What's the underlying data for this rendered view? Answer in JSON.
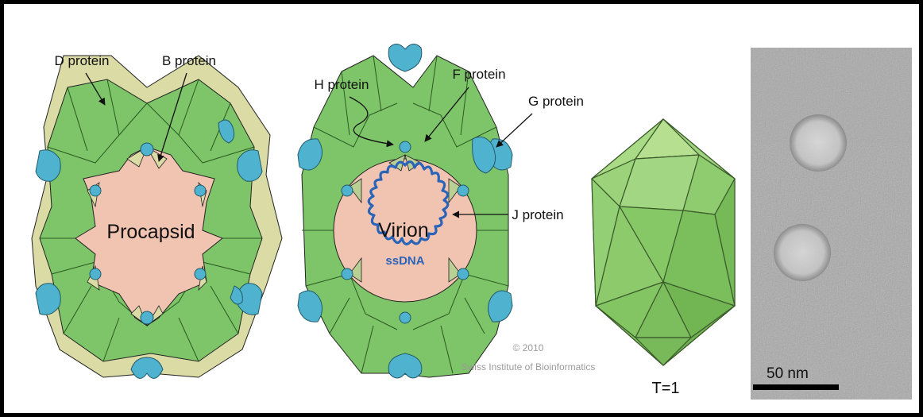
{
  "labels": {
    "d_protein": "D protein",
    "b_protein": "B protein",
    "h_protein": "H protein",
    "f_protein": "F protein",
    "g_protein": "G protein",
    "j_protein": "J protein",
    "procapsid": "Procapsid",
    "virion": "Virion",
    "ssdna": "ssDNA",
    "copyright_year": "© 2010",
    "copyright_org": "Swiss Institute of Bioinformatics",
    "triangulation": "T=1",
    "scale_bar": "50 nm"
  },
  "colors": {
    "g_protein": "#4fb3cf",
    "d_protein": "#dbdba6",
    "f_protein": "#7dc568",
    "core": "#f1c3b1",
    "dna": "#2a64b8",
    "frame": "#000000"
  }
}
